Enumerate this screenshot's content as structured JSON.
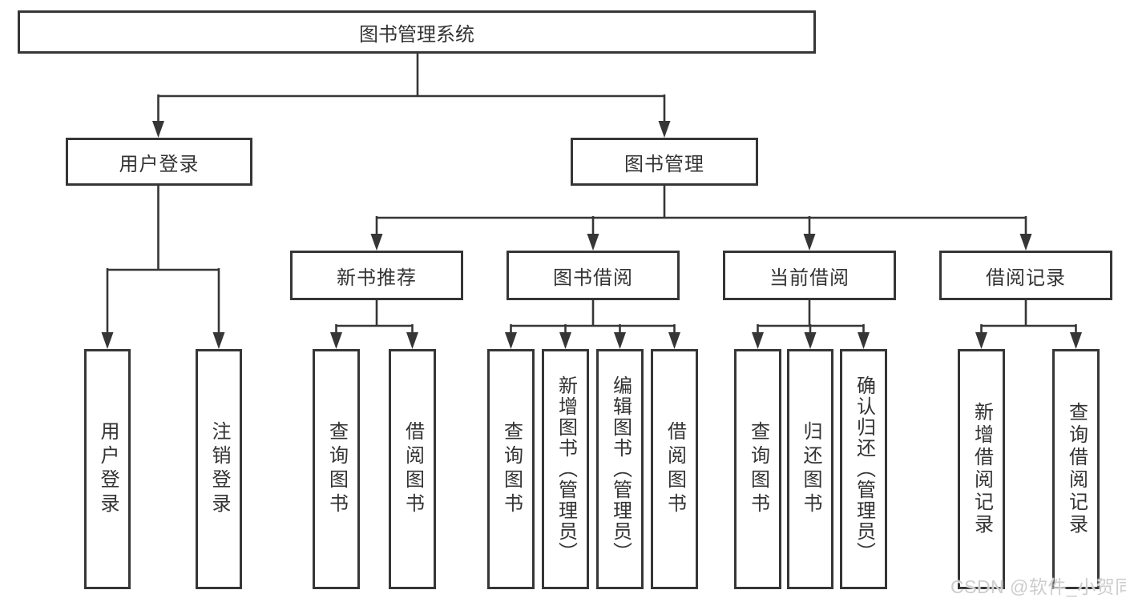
{
  "diagram": {
    "root": {
      "label": "图书管理系统"
    },
    "level2": [
      {
        "label": "用户登录"
      },
      {
        "label": "图书管理"
      }
    ],
    "level3": [
      {
        "label": "新书推荐"
      },
      {
        "label": "图书借阅"
      },
      {
        "label": "当前借阅"
      },
      {
        "label": "借阅记录"
      }
    ],
    "leaves": {
      "user_login": [
        {
          "label": "用户登录"
        },
        {
          "label": "注销登录"
        }
      ],
      "new_book_recommendation": [
        {
          "label": "查询图书"
        },
        {
          "label": "借阅图书"
        }
      ],
      "book_borrowing": [
        {
          "label": "查询图书"
        },
        {
          "label": "新增图书（管理员）"
        },
        {
          "label": "编辑图书（管理员）"
        },
        {
          "label": "借阅图书"
        }
      ],
      "current_borrowing": [
        {
          "label": "查询图书"
        },
        {
          "label": "归还图书"
        },
        {
          "label": "确认归还（管理员）"
        }
      ],
      "borrowing_records": [
        {
          "label": "新增借阅记录"
        },
        {
          "label": "查询借阅记录"
        }
      ]
    }
  },
  "watermark": {
    "text": "CSDN @软件_小贺同学"
  },
  "colors": {
    "line": "#363636",
    "box_border": "#363636",
    "text": "#333333",
    "background": "#ffffff",
    "watermark": "#cdcdcd"
  }
}
